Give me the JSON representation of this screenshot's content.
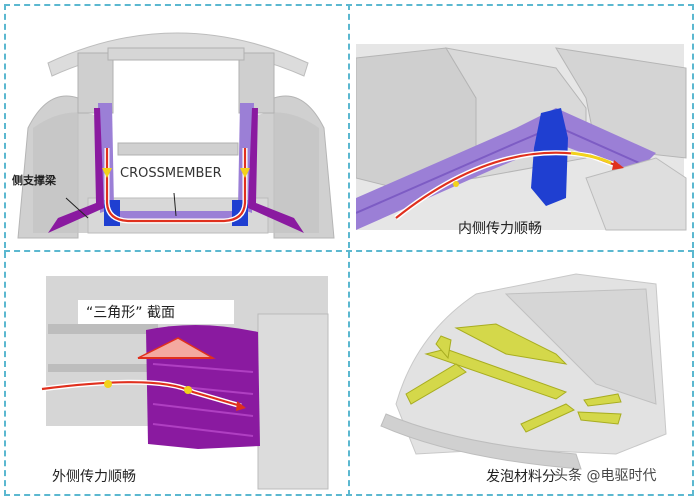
{
  "figure": {
    "layout": "2x2 panels",
    "divider_color": "#5bb8d0",
    "panels": [
      {
        "id": "top-left",
        "view": "front view of front subframe with crossmember",
        "labels": {
          "side_support_beam": "侧支撑梁",
          "crossmember": "CROSSMEMBER"
        }
      },
      {
        "id": "top-right",
        "view": "inner side load path",
        "labels": {
          "caption": "内侧传力顺畅"
        }
      },
      {
        "id": "bottom-left",
        "view": "outer side load path with triangular section",
        "labels": {
          "section": "“三角形” 截面",
          "caption": "外侧传力顺畅"
        }
      },
      {
        "id": "bottom-right",
        "view": "body-in-white with foam material parts",
        "labels": {
          "caption": "发泡材料分",
          "watermark": "头条 @电驱时代"
        }
      }
    ],
    "colors": {
      "body_gray": "#d9d9d9",
      "body_gray_dark": "#a9a9a9",
      "purple_light": "#9b7fd6",
      "purple_dark": "#8a1aa0",
      "blue_bracket": "#1f3fd1",
      "load_arrow": "#e0301e",
      "arrow_yellow": "#f2d21b",
      "foam_yellow": "#d4d84a"
    }
  }
}
